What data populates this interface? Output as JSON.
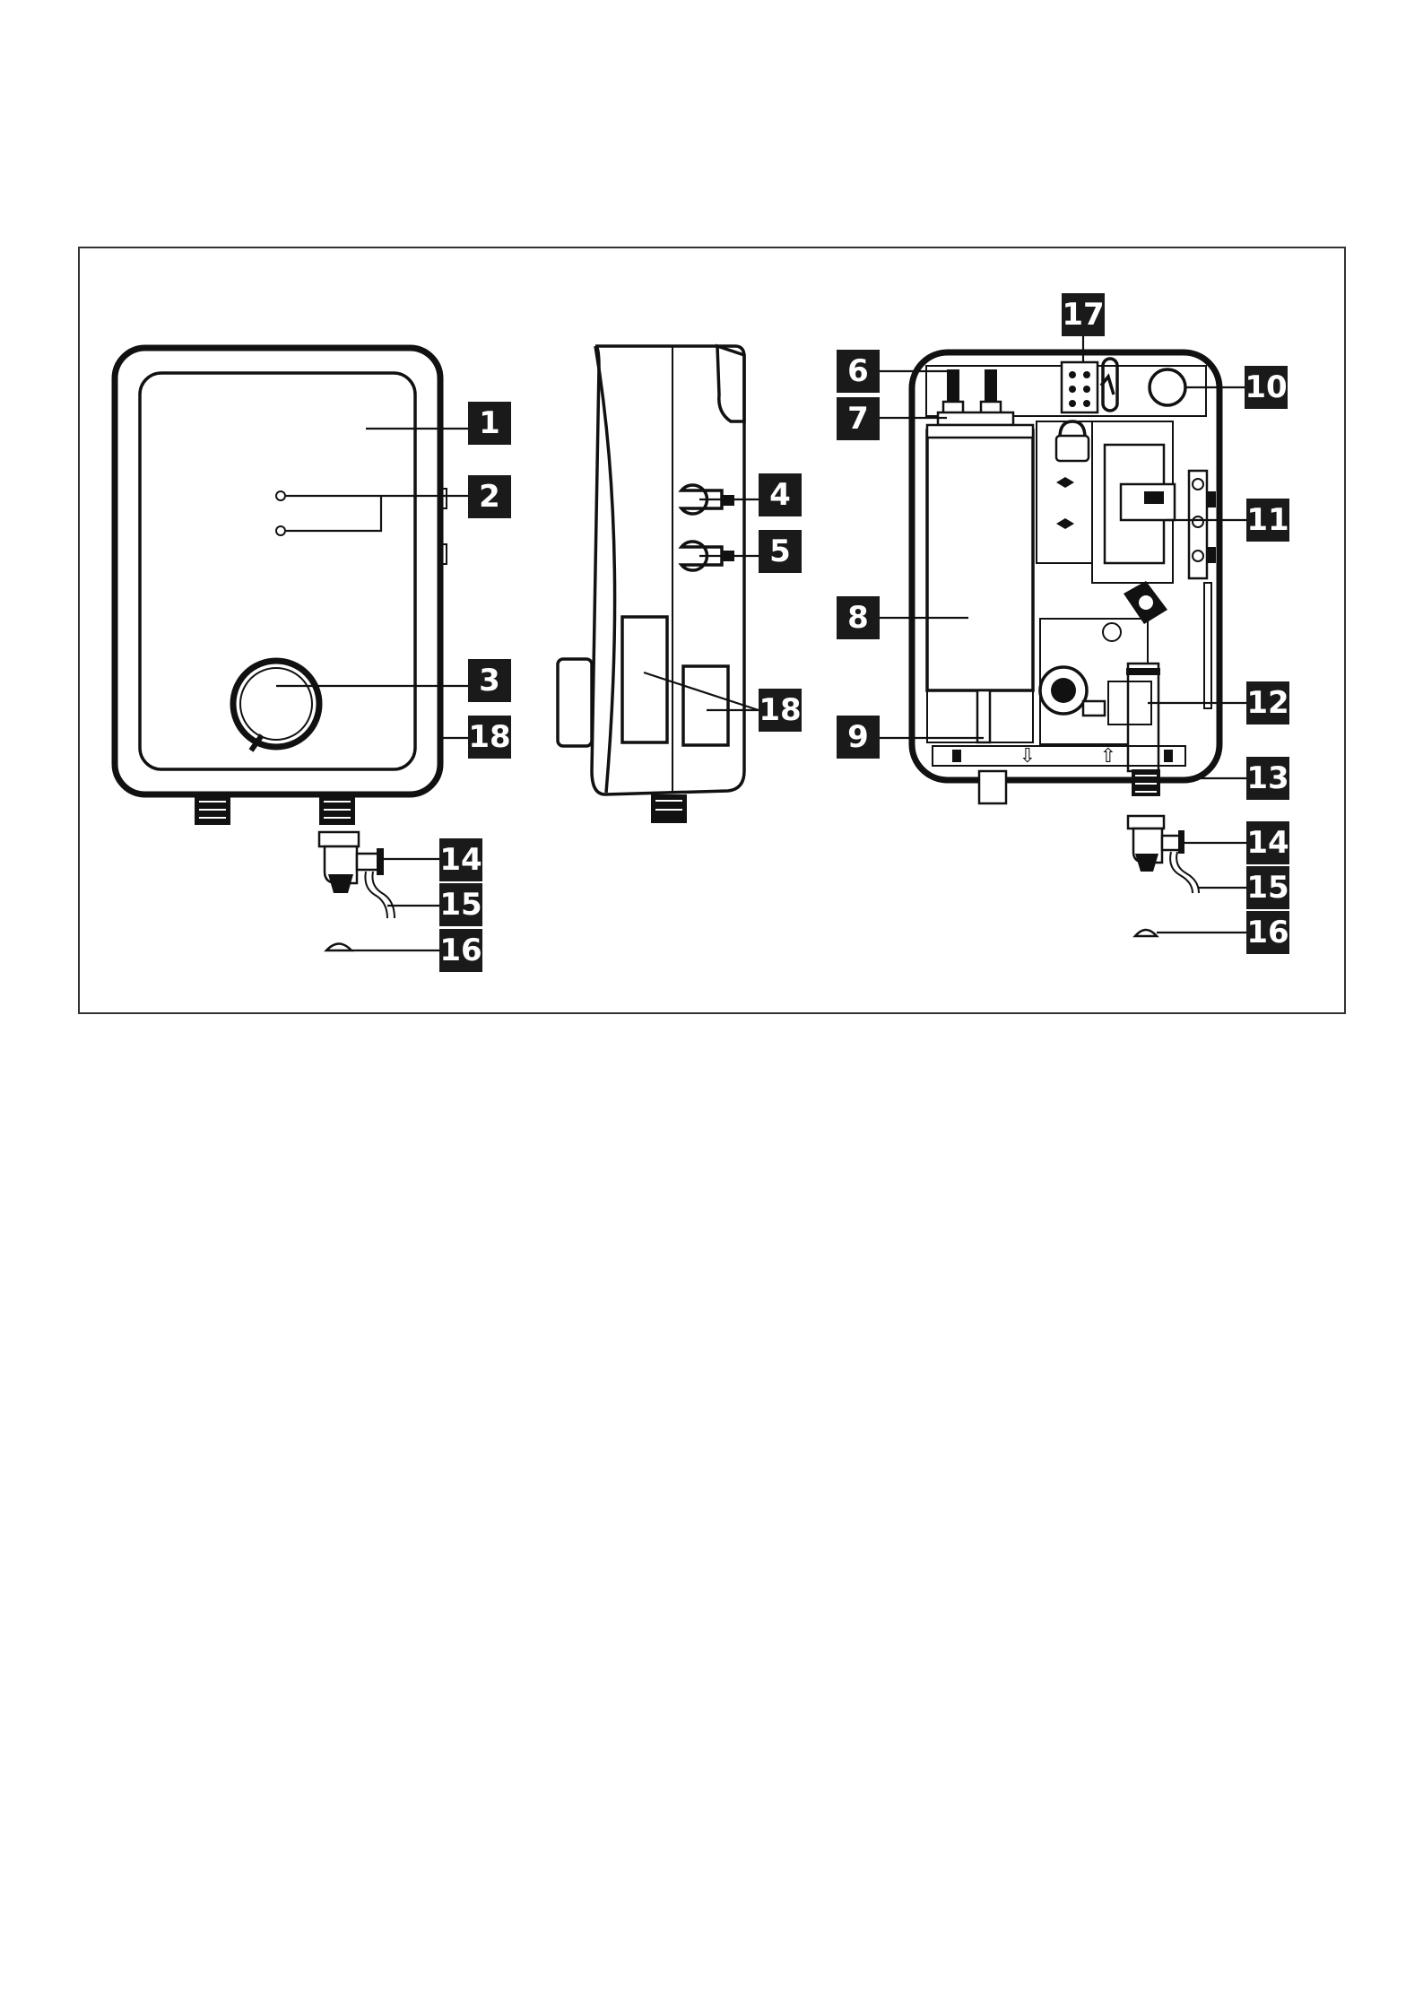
{
  "diagram": {
    "callouts": [
      {
        "id": "c1",
        "label": "1"
      },
      {
        "id": "c2",
        "label": "2"
      },
      {
        "id": "c3",
        "label": "3"
      },
      {
        "id": "c18a",
        "label": "18"
      },
      {
        "id": "c14a",
        "label": "14"
      },
      {
        "id": "c15a",
        "label": "15"
      },
      {
        "id": "c16a",
        "label": "16"
      },
      {
        "id": "c4",
        "label": "4"
      },
      {
        "id": "c5",
        "label": "5"
      },
      {
        "id": "c18b",
        "label": "18"
      },
      {
        "id": "c17",
        "label": "17"
      },
      {
        "id": "c6",
        "label": "6"
      },
      {
        "id": "c7",
        "label": "7"
      },
      {
        "id": "c10",
        "label": "10"
      },
      {
        "id": "c11",
        "label": "11"
      },
      {
        "id": "c8",
        "label": "8"
      },
      {
        "id": "c12",
        "label": "12"
      },
      {
        "id": "c9",
        "label": "9"
      },
      {
        "id": "c13",
        "label": "13"
      },
      {
        "id": "c14b",
        "label": "14"
      },
      {
        "id": "c15b",
        "label": "15"
      },
      {
        "id": "c16b",
        "label": "16"
      }
    ],
    "panel_labels": [
      "⇩",
      "⇧"
    ]
  }
}
